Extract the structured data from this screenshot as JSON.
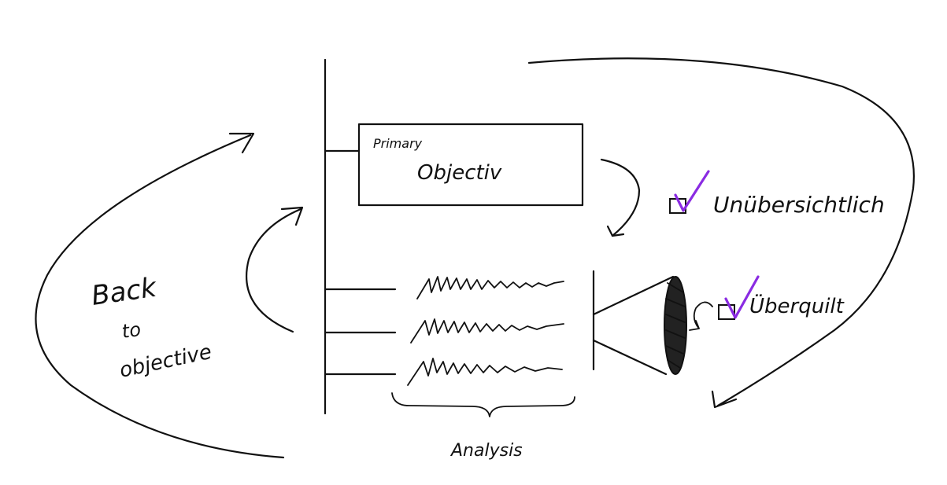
{
  "diagram": {
    "objective_box": {
      "primary_label": "Primary",
      "objective_label": "Objectiv"
    },
    "checklist": [
      {
        "label": "Unübersichtlich",
        "checked": true
      },
      {
        "label": "Überquilt",
        "checked": true
      }
    ],
    "analysis_label": "Analysis",
    "back_label": {
      "line1": "Back",
      "line2": "to",
      "line3": "objective"
    },
    "colors": {
      "ink": "#111111",
      "checkmark": "#8a2be2",
      "background": "#ffffff"
    },
    "icons": [
      "arrow-icon",
      "checkbox-icon",
      "checkmark-icon",
      "funnel-cone-icon"
    ]
  }
}
